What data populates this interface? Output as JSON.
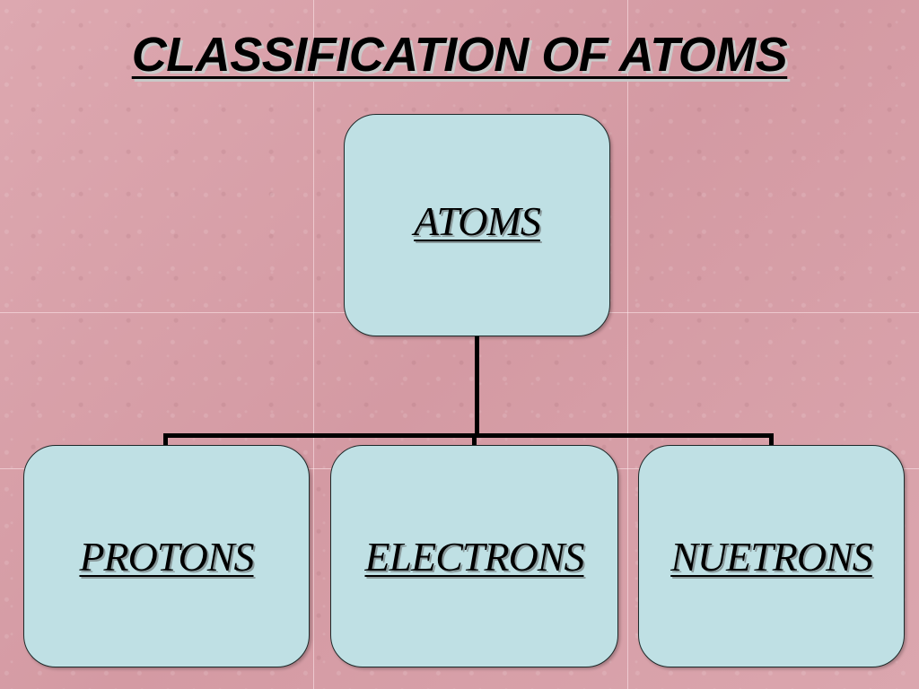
{
  "slide": {
    "title": "CLASSIFICATION OF ATOMS"
  },
  "diagram": {
    "root": {
      "label": "ATOMS"
    },
    "children": [
      {
        "label": "PROTONS"
      },
      {
        "label": "ELECTRONS"
      },
      {
        "label": "NUETRONS"
      }
    ]
  },
  "colors": {
    "background": "#d9a4ac",
    "node_fill": "#bfe0e4",
    "connector": "#000000",
    "text": "#000000"
  }
}
